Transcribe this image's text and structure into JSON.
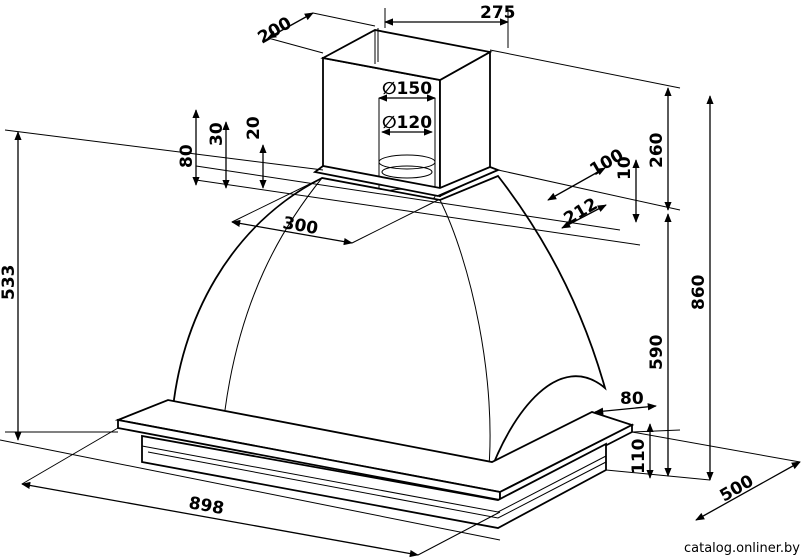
{
  "dimensions": {
    "chimney_depth": "200",
    "chimney_width": "275",
    "outlet_outer": "∅150",
    "outlet_inner": "∅120",
    "dim_80_top": "80",
    "dim_30": "30",
    "dim_20": "20",
    "dim_300": "300",
    "dim_100": "100",
    "dim_10": "10",
    "dim_212": "212",
    "dim_260": "260",
    "dim_533": "533",
    "dim_860": "860",
    "dim_590": "590",
    "dim_80_side": "80",
    "dim_110": "110",
    "dim_898": "898",
    "dim_500": "500"
  },
  "watermark": "catalog.onliner.by"
}
